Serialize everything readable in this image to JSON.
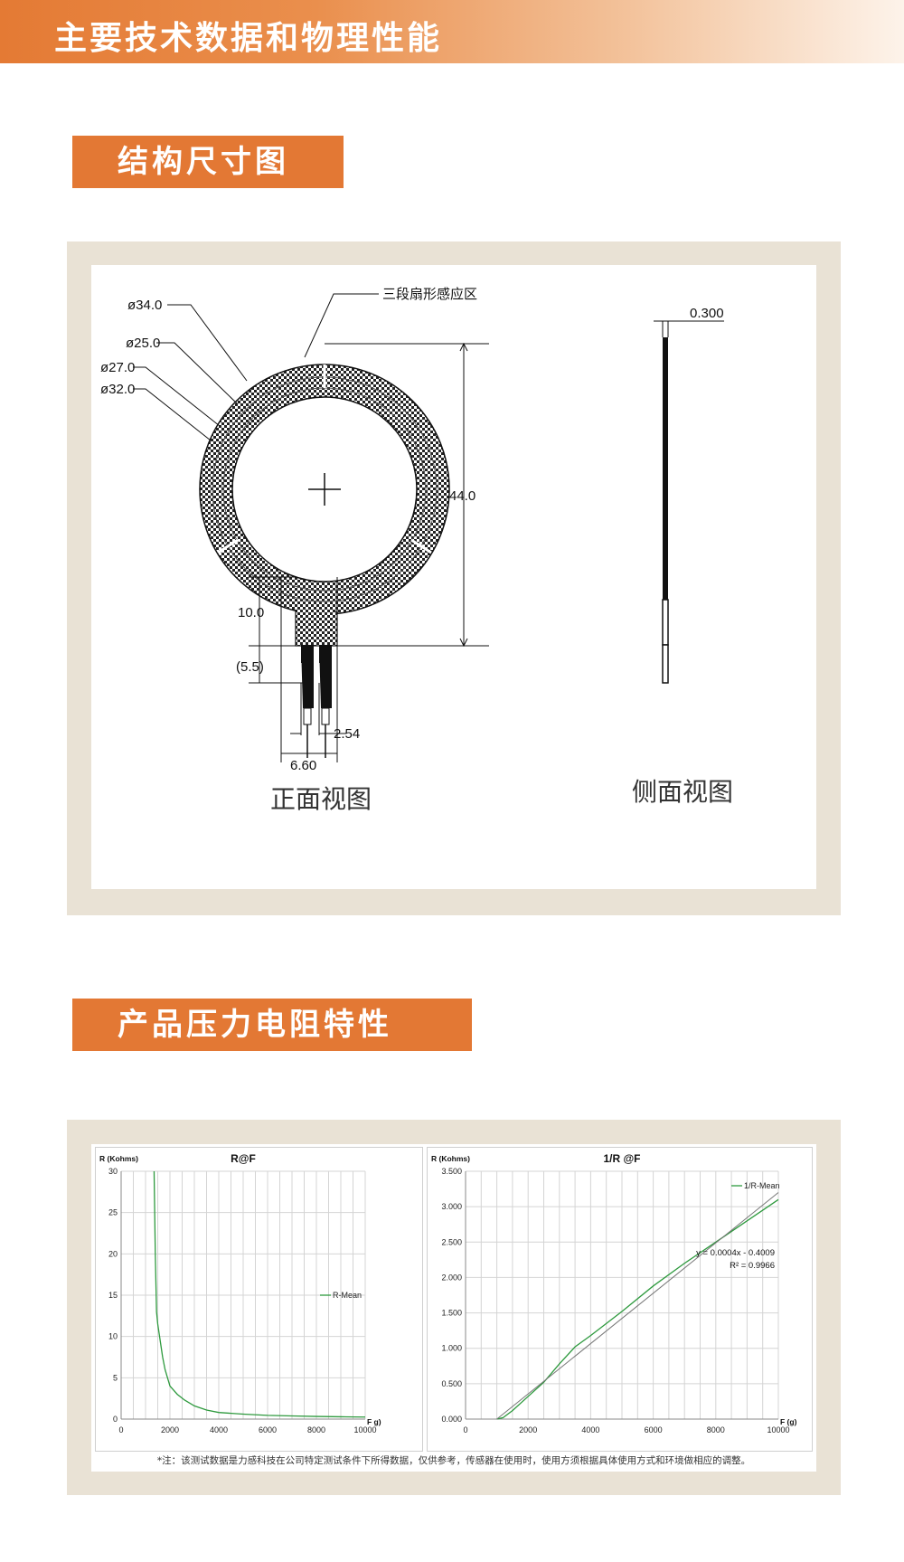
{
  "header": {
    "title": "主要技术数据和物理性能"
  },
  "section1": {
    "title": "结构尺寸图",
    "drawing": {
      "front_dims": {
        "d34": "ø34.0",
        "d25": "ø25.0",
        "d27": "ø27.0",
        "d32": "ø32.0",
        "height": "44.0",
        "tail": "10.0",
        "pin_len": "(5.5)",
        "pin_pitch": "2.54",
        "width": "6.60"
      },
      "zone_label": "三段扇形感应区",
      "side_thickness": "0.300",
      "front_view_label": "正面视图",
      "side_view_label": "侧面视图"
    }
  },
  "section2": {
    "title": "产品压力电阻特性",
    "note": "*注：该测试数据是力感科技在公司特定测试条件下所得数据，仅供参考，传感器在使用时，使用方须根据具体使用方式和环境做相应的调整。"
  },
  "chart_data": [
    {
      "type": "line",
      "title": "R@F",
      "ylabel": "R (Kohms)",
      "xlabel": "F g)",
      "xlim": [
        0,
        10000
      ],
      "ylim": [
        0,
        30
      ],
      "xticks": [
        "0",
        "2000",
        "4000",
        "6000",
        "8000",
        "10000"
      ],
      "yticks": [
        "0",
        "5",
        "10",
        "15",
        "20",
        "25",
        "30"
      ],
      "grid": true,
      "legend": "right",
      "series": [
        {
          "name": "R-Mean",
          "color": "#2e9a3e",
          "x": [
            1350,
            1400,
            1450,
            1500,
            1600,
            1700,
            1800,
            2000,
            2300,
            2600,
            3000,
            3500,
            4000,
            5000,
            6000,
            7000,
            8000,
            9000,
            10000
          ],
          "y": [
            30,
            20,
            13,
            11.5,
            9.5,
            7.5,
            6,
            4,
            3,
            2.3,
            1.6,
            1.1,
            0.8,
            0.6,
            0.45,
            0.38,
            0.32,
            0.28,
            0.25
          ]
        }
      ]
    },
    {
      "type": "line",
      "title": "1/R @F",
      "ylabel": "R (Kohms)",
      "xlabel": "F (g)",
      "xlim": [
        0,
        10000
      ],
      "ylim": [
        0,
        3.5
      ],
      "xticks": [
        "0",
        "2000",
        "4000",
        "6000",
        "8000",
        "10000"
      ],
      "yticks": [
        "0.000",
        "0.500",
        "1.000",
        "1.500",
        "2.000",
        "2.500",
        "3.000",
        "3.500"
      ],
      "grid": true,
      "legend": "top-right",
      "annotations": [
        "y = 0.0004x - 0.4009",
        "R² = 0.9966"
      ],
      "series": [
        {
          "name": "1/R-Mean",
          "color": "#2e9a3e",
          "x": [
            1000,
            1200,
            1500,
            2000,
            2500,
            3000,
            3500,
            4000,
            5000,
            6000,
            7000,
            8000,
            9000,
            10000
          ],
          "y": [
            0,
            0.02,
            0.12,
            0.32,
            0.52,
            0.78,
            1.02,
            1.18,
            1.52,
            1.88,
            2.2,
            2.5,
            2.8,
            3.1
          ]
        },
        {
          "name": "",
          "color": "#777777",
          "x": [
            1000,
            10000
          ],
          "y": [
            0,
            3.2
          ]
        }
      ]
    }
  ]
}
